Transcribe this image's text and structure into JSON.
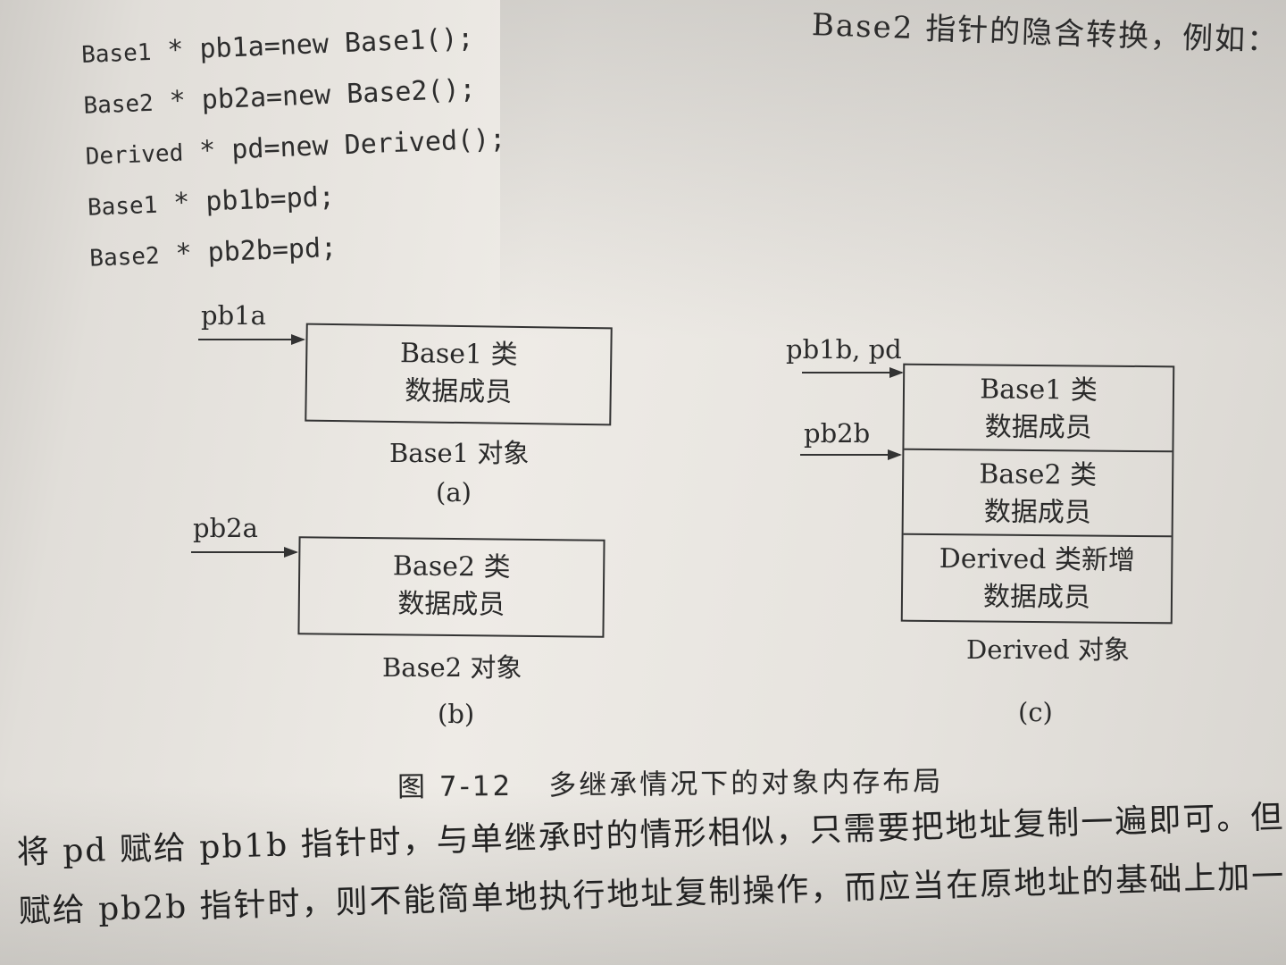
{
  "top_text": "Base2 指针的隐含转换，例如：",
  "code": {
    "lines": [
      {
        "type": "Base1",
        "rest": "* pb1a=new Base1();"
      },
      {
        "type": "Base2",
        "rest": "* pb2a=new Base2();"
      },
      {
        "type": "Derived",
        "rest": "* pd=new Derived();"
      },
      {
        "type": "Base1",
        "rest": "* pb1b=pd;"
      },
      {
        "type": "Base2",
        "rest": "* pb2b=pd;"
      }
    ]
  },
  "diagram": {
    "a": {
      "pointer": "pb1a",
      "box_line1": "Base1 类",
      "box_line2": "数据成员",
      "object_label": "Base1 对象",
      "panel": "(a)"
    },
    "b": {
      "pointer": "pb2a",
      "box_line1": "Base2 类",
      "box_line2": "数据成员",
      "object_label": "Base2 对象",
      "panel": "(b)"
    },
    "c": {
      "pointer_top": "pb1b, pd",
      "pointer_mid": "pb2b",
      "cells": [
        {
          "line1": "Base1 类",
          "line2": "数据成员"
        },
        {
          "line1": "Base2 类",
          "line2": "数据成员"
        },
        {
          "line1": "Derived 类新增",
          "line2": "数据成员"
        }
      ],
      "object_label": "Derived 对象",
      "panel": "(c)"
    }
  },
  "caption": {
    "number": "图 7-12",
    "title": "多继承情况下的对象内存布局"
  },
  "body_text": {
    "line1": "将 pd 赋给 pb1b 指针时，与单继承时的情形相似，只需要把地址复制一遍即可。但",
    "line2": "赋给 pb2b 指针时，则不能简单地执行地址复制操作，而应当在原地址的基础上加一"
  }
}
